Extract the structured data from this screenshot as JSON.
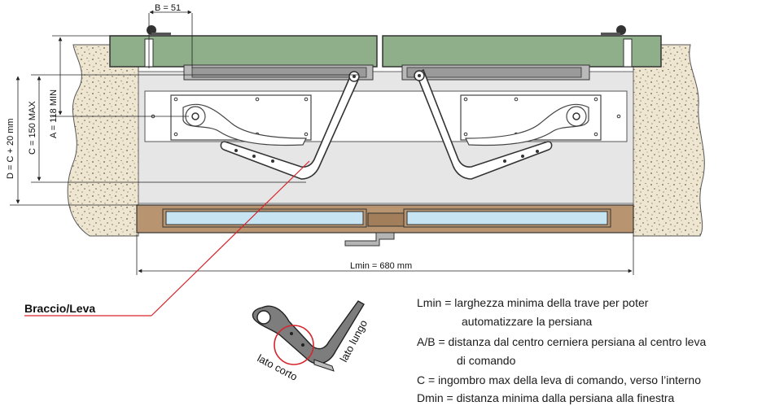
{
  "dimensions": {
    "b": "B = 51",
    "a": "A = 118 MIN",
    "c": "C = 150 MAX",
    "d": "D = C + 20 mm",
    "lmin": "Lmin = 680 mm"
  },
  "callout": {
    "label": "Braccio/Leva",
    "lato_corto": "lato corto",
    "lato_lungo": "lato lungo"
  },
  "legend": [
    {
      "id": "lmin",
      "line1": "Lmin = larghezza minima della trave per poter",
      "line2": "automatizzare la persiana"
    },
    {
      "id": "ab",
      "line1": "A/B = distanza dal centro cerniera persiana al centro leva",
      "line2": "di comando"
    },
    {
      "id": "c",
      "line1": "C = ingombro max della leva di comando, verso l’interno",
      "line2": ""
    },
    {
      "id": "dmin",
      "line1": "Dmin = distanza minima dalla persiana alla finestra",
      "line2": ""
    }
  ],
  "colors": {
    "shutter_green": "#8fae8a",
    "wall_sand": "#efe6d2",
    "frame_brown": "#b89470",
    "glass_blue": "#c7e4f3",
    "beam_grey": "#e6e6e6",
    "callout_red": "#d6242b"
  }
}
